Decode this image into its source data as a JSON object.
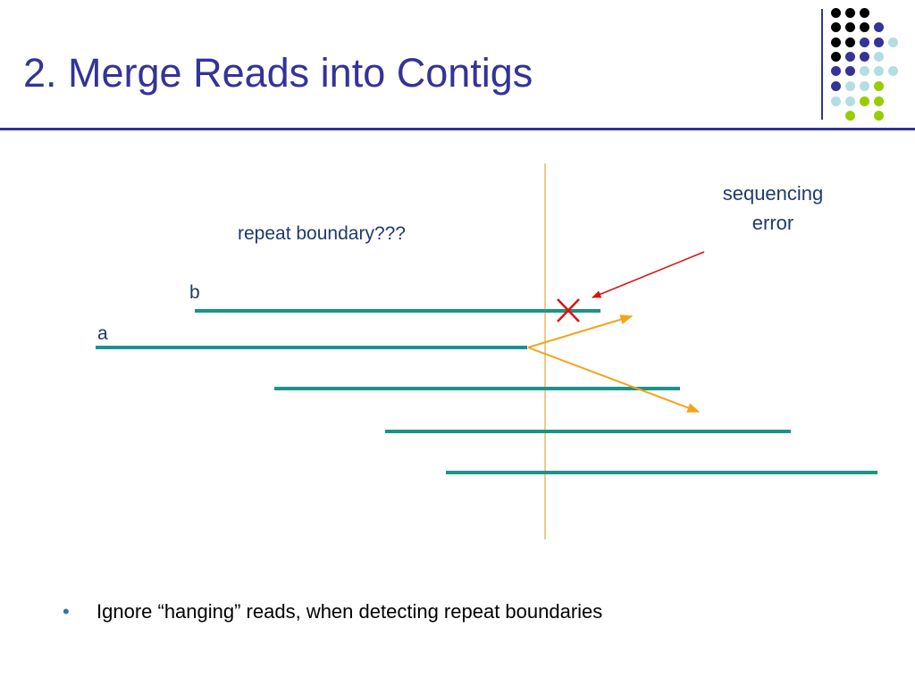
{
  "slide": {
    "title": "2. Merge Reads into Contigs"
  },
  "diagram": {
    "repeat_label": "repeat boundary???",
    "error_label_lines": [
      "sequencing",
      "error"
    ],
    "read_a_label": "a",
    "read_b_label": "b"
  },
  "bullets": [
    {
      "mark": "•",
      "text": "Ignore “hanging” reads, when detecting repeat boundaries"
    }
  ],
  "colors": {
    "title": "#333399",
    "reads": "#1a9489",
    "boundary": "#f2c98a",
    "arrow": "#f4a31a",
    "error": "#dd1111",
    "dot_black": "#000000",
    "dot_indigo": "#333399",
    "dot_lightblue": "#b3dde3",
    "dot_lime": "#99cc00"
  }
}
